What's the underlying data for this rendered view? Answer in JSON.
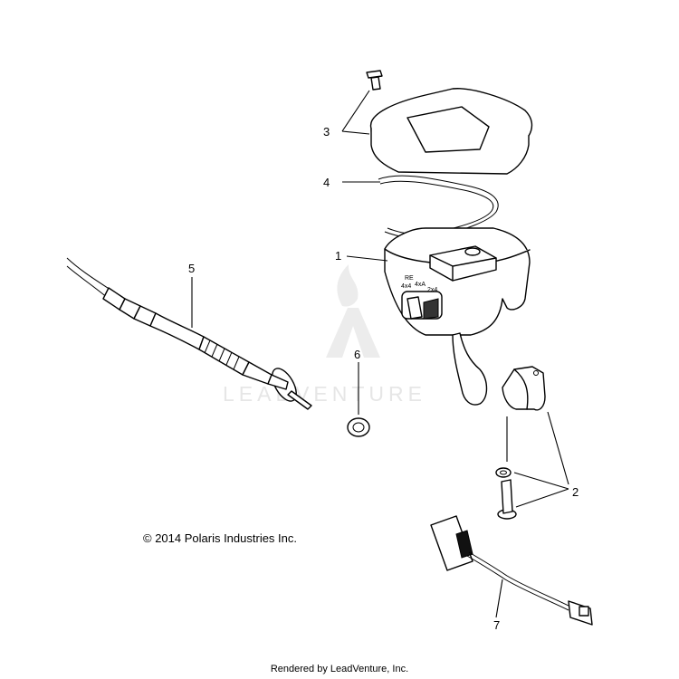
{
  "callouts": {
    "c1": "1",
    "c2": "2",
    "c3": "3",
    "c4": "4",
    "c5": "5",
    "c6": "6",
    "c7": "7"
  },
  "switch_labels": {
    "top": "RE",
    "left": "4x4",
    "mid": "4xA",
    "right": "2x4"
  },
  "watermark": "LEADVENTURE",
  "copyright": "© 2014 Polaris Industries Inc.",
  "footer": "Rendered by LeadVenture, Inc."
}
